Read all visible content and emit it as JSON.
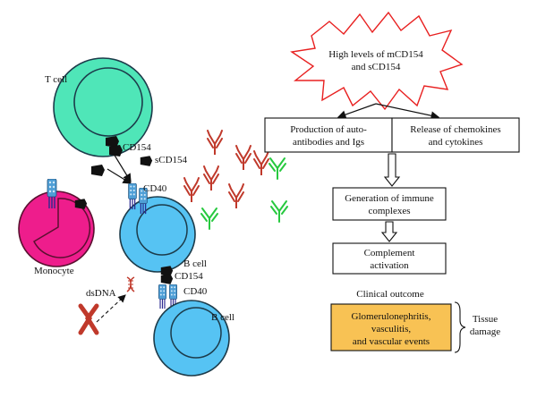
{
  "labels": {
    "t_cell": "T cell",
    "cd154_top": "CD154",
    "scd154": "sCD154",
    "cd40_top": "CD40",
    "monocyte": "Monocyte",
    "b_cell_1": "B cell",
    "dsdna": "dsDNA",
    "cd154_bottom": "CD154",
    "cd40_bottom": "CD40",
    "b_cell_2": "B cell"
  },
  "flow": {
    "star": [
      "High levels of mCD154",
      "and sCD154"
    ],
    "production": [
      "Production of auto-",
      "antibodies and Igs"
    ],
    "release": [
      "Release of chemokines",
      "and cytokines"
    ],
    "immune": [
      "Generation of immune",
      "complexes"
    ],
    "complement": [
      "Complement",
      "activation"
    ],
    "clinical_outcome": "Clinical outcome",
    "outcome_box": [
      "Glomerulonephritis,",
      "vasculitis,",
      "and vascular events"
    ],
    "tissue_damage": [
      "Tissue",
      "damage"
    ]
  },
  "colors": {
    "t_cell": "#4fe6b8",
    "b_cell": "#56c3f3",
    "monocyte": "#ee1d8c",
    "receptor": "#4f9fd6",
    "antibody_red": "#c0392b",
    "antibody_green": "#27c93f",
    "outcome_box": "#f8c254",
    "star_outline": "#e82020"
  }
}
